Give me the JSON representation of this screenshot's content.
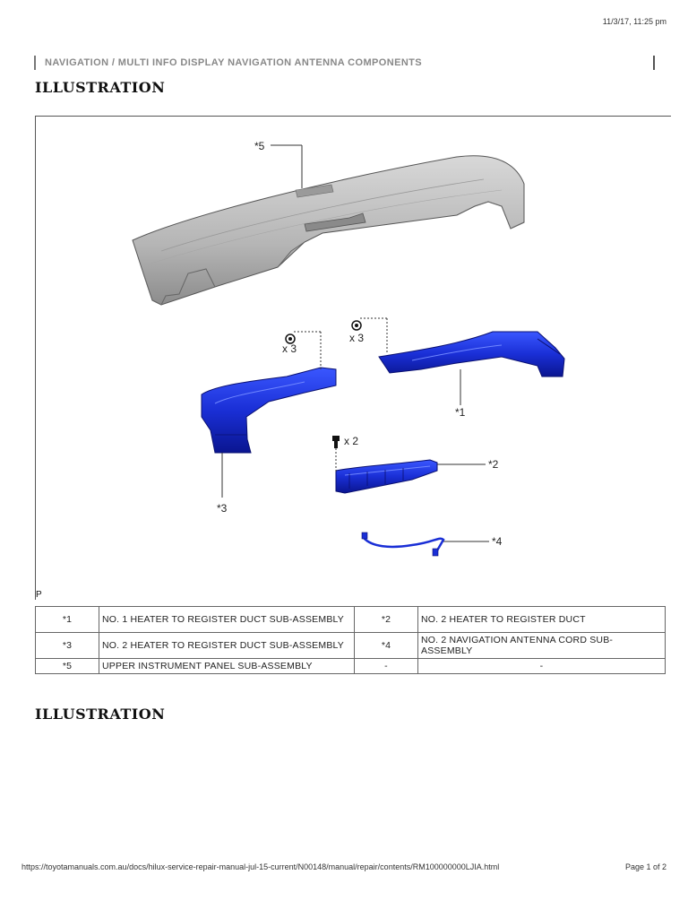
{
  "header": {
    "print_date": "11/3/17, 11:25 pm",
    "breadcrumb": "NAVIGATION / MULTI INFO DISPLAY  NAVIGATION ANTENNA  COMPONENTS"
  },
  "sections": [
    {
      "heading": "ILLUSTRATION"
    },
    {
      "heading": "ILLUSTRATION"
    }
  ],
  "figure": {
    "code": "P",
    "callouts": {
      "c1": "*1",
      "c2": "*2",
      "c3": "*3",
      "c4": "*4",
      "c5": "*5",
      "qty_a": "x 3",
      "qty_b": "x 3",
      "qty_c": "x 2"
    },
    "colors": {
      "duct_blue": "#1a2fd6",
      "panel_gray": "#bdbdbd"
    }
  },
  "legend": {
    "rows": [
      {
        "num_a": "*1",
        "desc_a": "NO. 1 HEATER TO REGISTER DUCT SUB-ASSEMBLY",
        "num_b": "*2",
        "desc_b": "NO. 2 HEATER TO REGISTER DUCT"
      },
      {
        "num_a": "*3",
        "desc_a": "NO. 2 HEATER TO REGISTER DUCT SUB-ASSEMBLY",
        "num_b": "*4",
        "desc_b": "NO. 2 NAVIGATION ANTENNA CORD SUB-ASSEMBLY"
      },
      {
        "num_a": "*5",
        "desc_a": "UPPER INSTRUMENT PANEL SUB-ASSEMBLY",
        "num_b": "-",
        "desc_b": "-"
      }
    ]
  },
  "footer": {
    "url": "https://toyotamanuals.com.au/docs/hilux-service-repair-manual-jul-15-current/N00148/manual/repair/contents/RM100000000LJIA.html",
    "page": "Page 1 of 2"
  }
}
